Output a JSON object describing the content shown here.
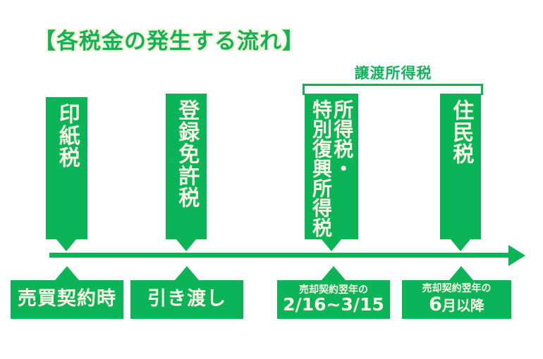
{
  "title": "【各税金の発生する流れ】",
  "colors": {
    "green": "#0bb457",
    "green_text": "#12b45c",
    "cream": "#fbf7e6",
    "background": "#ffffff"
  },
  "bracket": {
    "label": "譲渡所得税"
  },
  "tax_bars": [
    {
      "id": "stamp-tax",
      "label": "印紙税"
    },
    {
      "id": "registration-tax",
      "label": "登録免許税"
    },
    {
      "id": "income-tax",
      "label_right": "所得税・",
      "label_left": "特別復興所得税"
    },
    {
      "id": "resident-tax",
      "label": "住民税"
    }
  ],
  "events": [
    {
      "id": "sale-contract",
      "main": "売買契約時"
    },
    {
      "id": "handover",
      "main": "引き渡し"
    },
    {
      "id": "filing-period",
      "small": "売却契約翌年の",
      "main": "2/16~3/15"
    },
    {
      "id": "june-onward",
      "small": "売却契約翌年の",
      "main_big": "6",
      "main_suffix": "月以降"
    }
  ]
}
